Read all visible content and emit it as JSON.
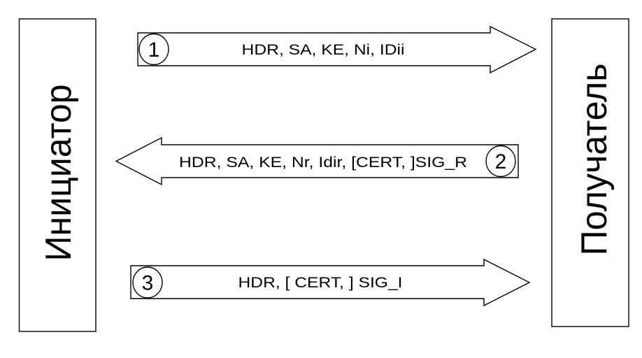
{
  "parties": {
    "initiator": "Инициатор",
    "responder": "Получатель"
  },
  "messages": [
    {
      "number": "1",
      "text": "HDR, SA, KE, Ni, IDii",
      "direction": "initiator-to-responder"
    },
    {
      "number": "2",
      "text": "HDR, SA, KE, Nr, Idir, [CERT, ]SIG_R",
      "direction": "responder-to-initiator"
    },
    {
      "number": "3",
      "text": "HDR, [ CERT, ] SIG_I",
      "direction": "initiator-to-responder"
    }
  ]
}
